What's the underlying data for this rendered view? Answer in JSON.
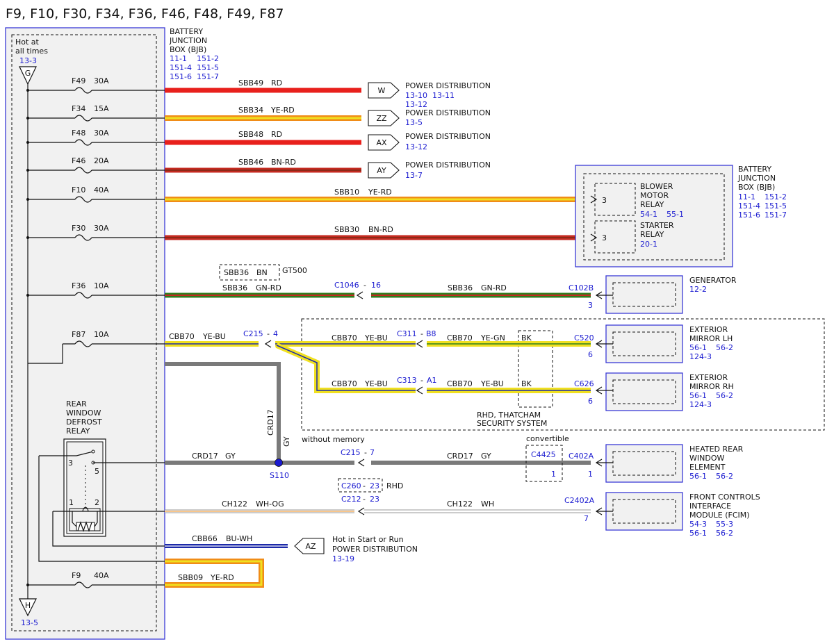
{
  "title": "F9, F10, F30, F34, F36, F46, F48, F49, F87",
  "colors": {
    "border_blue": "#3a3ad6",
    "ref_blue": "#1a1ad0",
    "panel_fill": "#f1f1f1",
    "red": "#e8201c",
    "yellow": "#f0e020",
    "orange": "#f08c18",
    "dark_red": "#c42a20",
    "green": "#2e7d1e",
    "gray": "#7a7a7a",
    "navy_blue": "#1c2aa8"
  },
  "bjb": {
    "name": "BATTERY JUNCTION BOX (BJB)",
    "name_lines": [
      "BATTERY",
      "JUNCTION",
      "BOX (BJB)"
    ],
    "refs": [
      "11-1",
      "151-2",
      "151-4",
      "151-5",
      "151-6",
      "151-7"
    ],
    "hot_text_lines": [
      "Hot at",
      "all times"
    ],
    "hot_ref": "13-3",
    "top_connector": "G",
    "bottom_connector": "H",
    "bottom_ref": "13-5"
  },
  "fuses": [
    {
      "id": "F49",
      "rating": "30A"
    },
    {
      "id": "F34",
      "rating": "15A"
    },
    {
      "id": "F48",
      "rating": "30A"
    },
    {
      "id": "F46",
      "rating": "20A"
    },
    {
      "id": "F10",
      "rating": "40A"
    },
    {
      "id": "F30",
      "rating": "30A"
    },
    {
      "id": "F36",
      "rating": "10A"
    },
    {
      "id": "F87",
      "rating": "10A"
    },
    {
      "id": "F9",
      "rating": "40A"
    }
  ],
  "circuits": [
    {
      "circuit": "SBB49",
      "color": "RD"
    },
    {
      "circuit": "SBB34",
      "color": "YE-RD"
    },
    {
      "circuit": "SBB48",
      "color": "RD"
    },
    {
      "circuit": "SBB46",
      "color": "BN-RD"
    },
    {
      "circuit": "SBB10",
      "color": "YE-RD"
    },
    {
      "circuit": "SBB30",
      "color": "BN-RD"
    },
    {
      "circuit": "SBB36",
      "color": "GN-RD"
    },
    {
      "circuit": "CBB70",
      "color": "YE-BU"
    },
    {
      "circuit": "CRD17",
      "color": "GY"
    },
    {
      "circuit": "CH122",
      "color": "WH-OG"
    },
    {
      "circuit": "CBB66",
      "color": "BU-WH"
    },
    {
      "circuit": "SBB09",
      "color": "YE-RD"
    }
  ],
  "power_distribution": [
    {
      "connector": "W",
      "label": "POWER DISTRIBUTION",
      "refs": [
        "13-10",
        "13-11",
        "13-12"
      ]
    },
    {
      "connector": "ZZ",
      "label": "POWER DISTRIBUTION",
      "refs": [
        "13-5"
      ]
    },
    {
      "connector": "AX",
      "label": "POWER DISTRIBUTION",
      "refs": [
        "13-12"
      ]
    },
    {
      "connector": "AY",
      "label": "POWER DISTRIBUTION",
      "refs": [
        "13-7"
      ]
    },
    {
      "connector": "AZ",
      "label_lines": [
        "Hot in Start or Run",
        "POWER DISTRIBUTION"
      ],
      "refs": [
        "13-19"
      ]
    }
  ],
  "relay_box": {
    "name_lines": [
      "BATTERY",
      "JUNCTION",
      "BOX (BJB)"
    ],
    "refs": [
      "11-1",
      "151-2",
      "151-4",
      "151-5",
      "151-6",
      "151-7"
    ],
    "blower": {
      "pin": "3",
      "name_lines": [
        "BLOWER",
        "MOTOR",
        "RELAY"
      ],
      "refs": [
        "54-1",
        "55-1"
      ]
    },
    "starter": {
      "pin": "3",
      "name_lines": [
        "STARTER",
        "RELAY"
      ],
      "refs": [
        "20-1"
      ]
    }
  },
  "sbb36_alt": {
    "circuit": "SBB36",
    "color": "BN",
    "note": "GT500"
  },
  "sbb36_out": {
    "circuit": "SBB36",
    "color": "GN-RD"
  },
  "connectors": {
    "c1046": {
      "name": "C1046",
      "pin": "16"
    },
    "c102b": {
      "name": "C102B",
      "pin": "3"
    },
    "c215a": {
      "name": "C215",
      "pin": "4"
    },
    "c311": {
      "name": "C311",
      "pin": "B8"
    },
    "c313": {
      "name": "C313",
      "pin": "A1"
    },
    "c520": {
      "name": "C520",
      "pin": "6"
    },
    "c626": {
      "name": "C626",
      "pin": "6"
    },
    "c215b": {
      "name": "C215",
      "pin": "7"
    },
    "c4425": {
      "name": "C4425",
      "pin": "1"
    },
    "c402a": {
      "name": "C402A",
      "pin": "1"
    },
    "c260": {
      "name": "C260",
      "pin": "23"
    },
    "c212": {
      "name": "C212",
      "pin": "23"
    },
    "c2402a": {
      "name": "C2402A",
      "pin": "7"
    }
  },
  "splice": {
    "name": "S110"
  },
  "mirror_wires": {
    "lh_out": {
      "circuit": "CBB70",
      "color": "YE-GN"
    },
    "rh_out": {
      "circuit": "CBB70",
      "color": "YE-BU"
    },
    "lh_in": {
      "circuit": "CBB70",
      "color": "YE-BU"
    },
    "rh_in": {
      "circuit": "CBB70",
      "color": "YE-BU"
    }
  },
  "crd17_out": {
    "circuit": "CRD17",
    "color": "GY"
  },
  "ch122_out": {
    "circuit": "CH122",
    "color": "WH"
  },
  "labels": {
    "bk": "BK",
    "rhd_thatcham": [
      "RHD, THATCHAM",
      "SECURITY SYSTEM"
    ],
    "without_memory": "without memory",
    "convertible": "convertible",
    "rhd": "RHD",
    "crd17_vertical": "CRD17",
    "gy_vertical": "GY"
  },
  "components": [
    {
      "name_lines": [
        "GENERATOR"
      ],
      "refs": [
        "12-2"
      ]
    },
    {
      "name_lines": [
        "EXTERIOR",
        "MIRROR LH"
      ],
      "refs": [
        "56-1",
        "56-2",
        "124-3"
      ]
    },
    {
      "name_lines": [
        "EXTERIOR",
        "MIRROR RH"
      ],
      "refs": [
        "56-1",
        "56-2",
        "124-3"
      ]
    },
    {
      "name_lines": [
        "HEATED REAR",
        "WINDOW",
        "ELEMENT"
      ],
      "refs": [
        "56-1",
        "56-2"
      ]
    },
    {
      "name_lines": [
        "FRONT CONTROLS",
        "INTERFACE",
        "MODULE (FCIM)"
      ],
      "refs": [
        "54-3",
        "55-3",
        "56-1",
        "56-2"
      ]
    }
  ],
  "relay": {
    "name_lines": [
      "REAR",
      "WINDOW",
      "DEFROST",
      "RELAY"
    ],
    "pins": [
      "3",
      "5",
      "1",
      "2"
    ]
  }
}
